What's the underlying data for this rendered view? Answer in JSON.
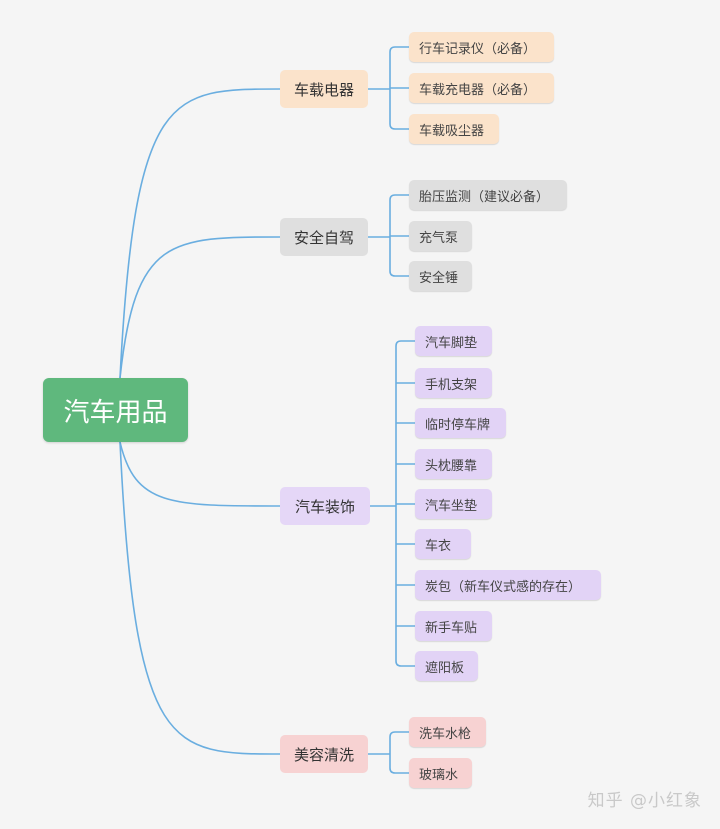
{
  "root": {
    "label": "汽车用品",
    "color": "#5fb87d"
  },
  "line_color": "#6aaee0",
  "branches": [
    {
      "label": "车载电器",
      "bg": "#fbe3cb",
      "leaf_bg": "#fbe3cb",
      "leaves": [
        "行车记录仪（必备）",
        "车载充电器（必备）",
        "车载吸尘器"
      ]
    },
    {
      "label": "安全自驾",
      "bg": "#dfdfdf",
      "leaf_bg": "#dfdfdf",
      "leaves": [
        "胎压监测（建议必备）",
        "充气泵",
        "安全锤"
      ]
    },
    {
      "label": "汽车装饰",
      "bg": "#e5d7f7",
      "leaf_bg": "#e2d3f6",
      "leaves": [
        "汽车脚垫",
        "手机支架",
        "临时停车牌",
        "头枕腰靠",
        "汽车坐垫",
        "车衣",
        "炭包（新车仪式感的存在）",
        "新手车贴",
        "遮阳板"
      ]
    },
    {
      "label": "美容清洗",
      "bg": "#f7d2d2",
      "leaf_bg": "#f7d2d2",
      "leaves": [
        "洗车水枪",
        "玻璃水"
      ]
    }
  ],
  "watermark": "知乎 @小红象"
}
